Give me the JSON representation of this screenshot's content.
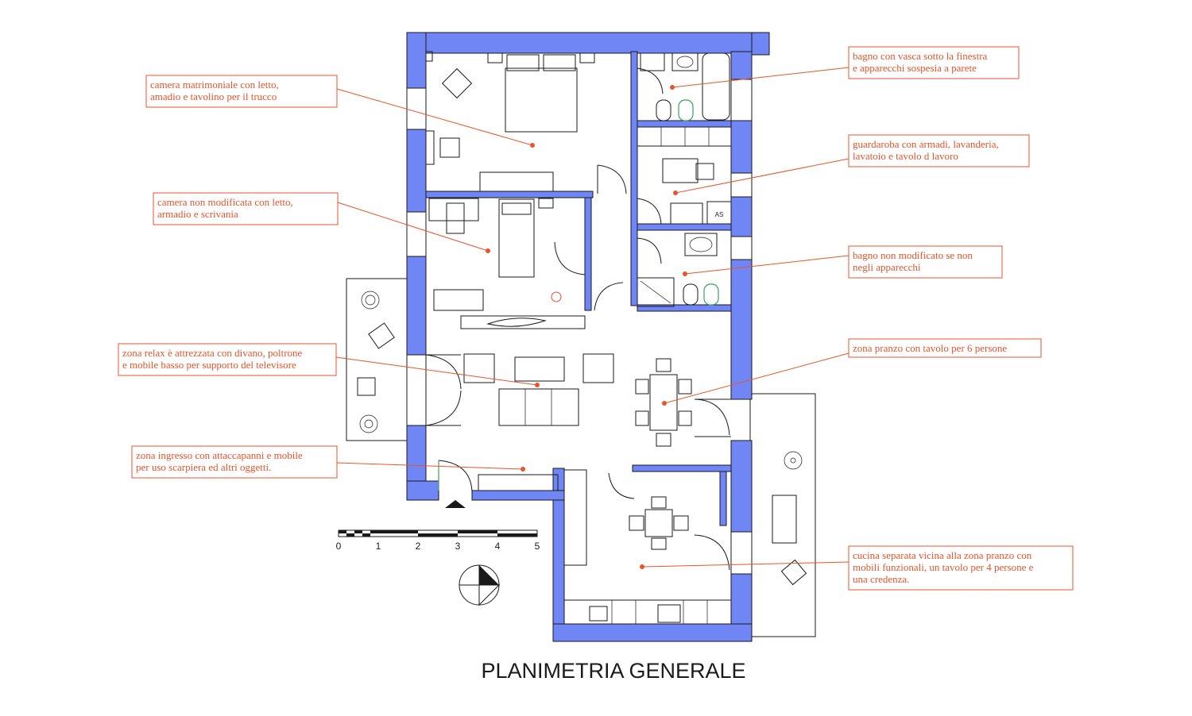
{
  "title": "PLANIMETRIA GENERALE",
  "annotations": [
    {
      "lines": [
        "camera matrimoniale con letto,",
        "amadio e tavolino per il trucco"
      ]
    },
    {
      "lines": [
        "camera non modificata con letto,",
        "armadio e scrivania"
      ]
    },
    {
      "lines": [
        "zona relax è attrezzata con divano, poltrone",
        "e mobile basso per supporto del televisore"
      ]
    },
    {
      "lines": [
        "zona ingresso con attaccapanni e mobile",
        "per uso scarpiera ed altri oggetti."
      ]
    },
    {
      "lines": [
        "bagno con vasca sotto la finestra",
        "e apparecchi sospesia a parete"
      ]
    },
    {
      "lines": [
        "guardaroba con armadi, lavanderia,",
        "lavatoio e tavolo d  lavoro"
      ]
    },
    {
      "lines": [
        "bagno non modificato se non",
        "negli apparecchi"
      ]
    },
    {
      "lines": [
        "zona pranzo con tavolo per 6 persone"
      ]
    },
    {
      "lines": [
        "cucina separata vicina alla zona pranzo con",
        "mobili funzionali, un tavolo per 4 persone e",
        "una credenza."
      ]
    }
  ],
  "scale_bar": {
    "labels": [
      "0",
      "1",
      "2",
      "3",
      "4",
      "5"
    ]
  },
  "fixture_labels": {
    "washing_machine": "AS"
  },
  "colors": {
    "walls": "#6f86f4",
    "annotations": "#e8542c",
    "fixtures_green": "#3aa35a",
    "lines": "#1a1a1a"
  },
  "icons": [
    "north-arrow-icon",
    "entrance-arrow-icon"
  ]
}
